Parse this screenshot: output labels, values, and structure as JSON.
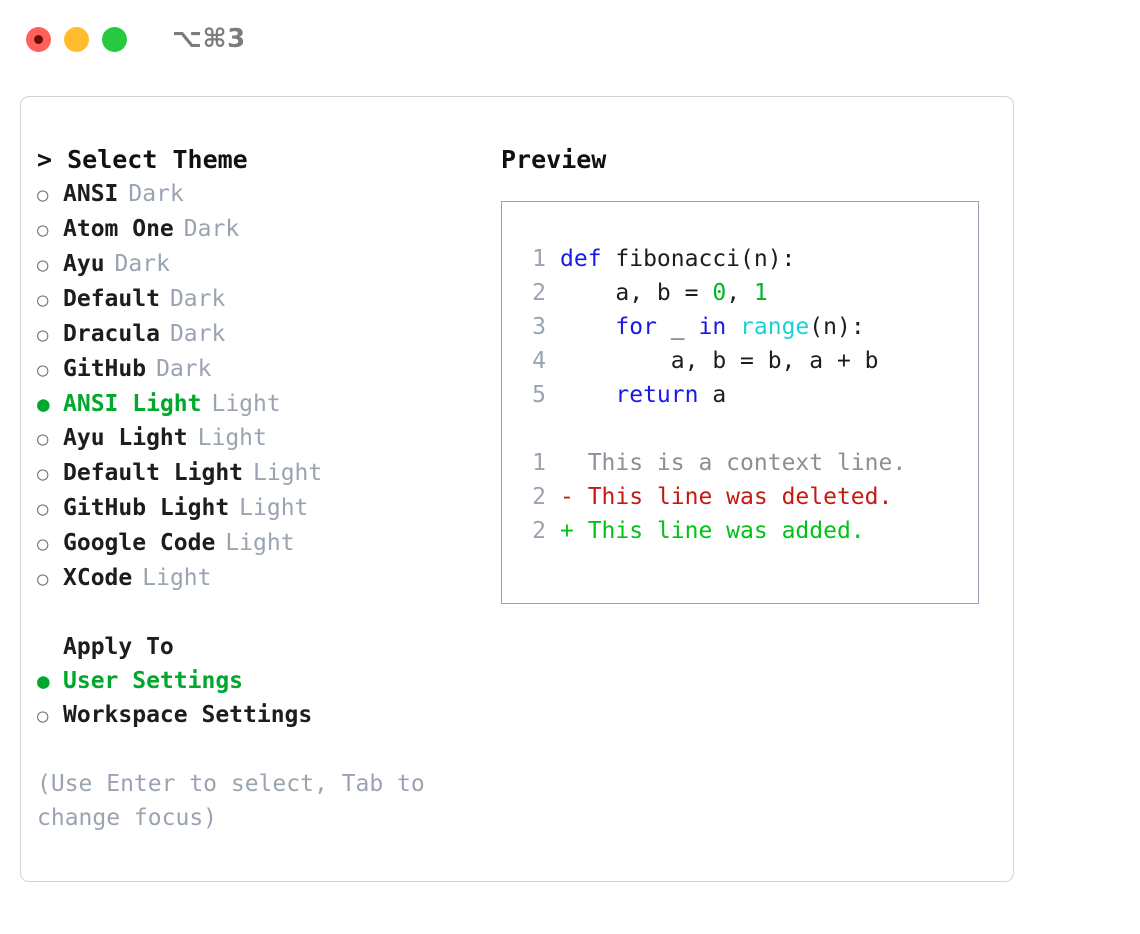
{
  "titlebar": {
    "shortcut": "⌥⌘3",
    "buttons": [
      {
        "name": "close",
        "color": "#ff6159"
      },
      {
        "name": "minimize",
        "color": "#ffbd2e"
      },
      {
        "name": "maximize",
        "color": "#28c83f"
      }
    ]
  },
  "theme_section": {
    "heading": "> Select Theme",
    "themes": [
      {
        "label": "ANSI",
        "variant": "Dark",
        "selected": false
      },
      {
        "label": "Atom One",
        "variant": "Dark",
        "selected": false
      },
      {
        "label": "Ayu",
        "variant": "Dark",
        "selected": false
      },
      {
        "label": "Default",
        "variant": "Dark",
        "selected": false
      },
      {
        "label": "Dracula",
        "variant": "Dark",
        "selected": false
      },
      {
        "label": "GitHub",
        "variant": "Dark",
        "selected": false
      },
      {
        "label": "ANSI Light",
        "variant": "Light",
        "selected": true
      },
      {
        "label": "Ayu Light",
        "variant": "Light",
        "selected": false
      },
      {
        "label": "Default Light",
        "variant": "Light",
        "selected": false
      },
      {
        "label": "GitHub Light",
        "variant": "Light",
        "selected": false
      },
      {
        "label": "Google Code",
        "variant": "Light",
        "selected": false
      },
      {
        "label": "XCode",
        "variant": "Light",
        "selected": false
      }
    ]
  },
  "apply_to_section": {
    "heading": "Apply To",
    "options": [
      {
        "label": "User Settings",
        "selected": true
      },
      {
        "label": "Workspace Settings",
        "selected": false
      }
    ]
  },
  "hint": "(Use Enter to select, Tab to change focus)",
  "preview": {
    "heading": "Preview",
    "code_lines": [
      {
        "lineno": "1",
        "tokens": [
          {
            "text": "def ",
            "kind": "kw"
          },
          {
            "text": "fibonacci(n):",
            "kind": "plain"
          }
        ]
      },
      {
        "lineno": "2",
        "tokens": [
          {
            "text": "    a, b = ",
            "kind": "plain"
          },
          {
            "text": "0",
            "kind": "num"
          },
          {
            "text": ", ",
            "kind": "plain"
          },
          {
            "text": "1",
            "kind": "num"
          }
        ]
      },
      {
        "lineno": "3",
        "tokens": [
          {
            "text": "    ",
            "kind": "plain"
          },
          {
            "text": "for",
            "kind": "kw"
          },
          {
            "text": " _ ",
            "kind": "plain"
          },
          {
            "text": "in",
            "kind": "kw"
          },
          {
            "text": " ",
            "kind": "plain"
          },
          {
            "text": "range",
            "kind": "fn"
          },
          {
            "text": "(n):",
            "kind": "plain"
          }
        ]
      },
      {
        "lineno": "4",
        "tokens": [
          {
            "text": "        a, b = b, a + b",
            "kind": "plain"
          }
        ]
      },
      {
        "lineno": "5",
        "tokens": [
          {
            "text": "    ",
            "kind": "plain"
          },
          {
            "text": "return",
            "kind": "kw"
          },
          {
            "text": " a",
            "kind": "plain"
          }
        ]
      }
    ],
    "diff_lines": [
      {
        "lineno": "1",
        "marker": "  ",
        "text": "This is a context line.",
        "kind": "ctx"
      },
      {
        "lineno": "2",
        "marker": "- ",
        "text": "This line was deleted.",
        "kind": "del"
      },
      {
        "lineno": "2",
        "marker": "+ ",
        "text": "This line was added.",
        "kind": "add"
      }
    ]
  },
  "colors": {
    "accent_green": "#00a82d",
    "muted": "#9aa3b2",
    "keyword_blue": "#1a1ae6",
    "function_cyan": "#16d3d3",
    "number_green": "#00b52b",
    "diff_delete": "#c41a0f",
    "diff_add": "#00c217",
    "panel_border": "#cfd4dc",
    "preview_border": "#97a2b3"
  }
}
